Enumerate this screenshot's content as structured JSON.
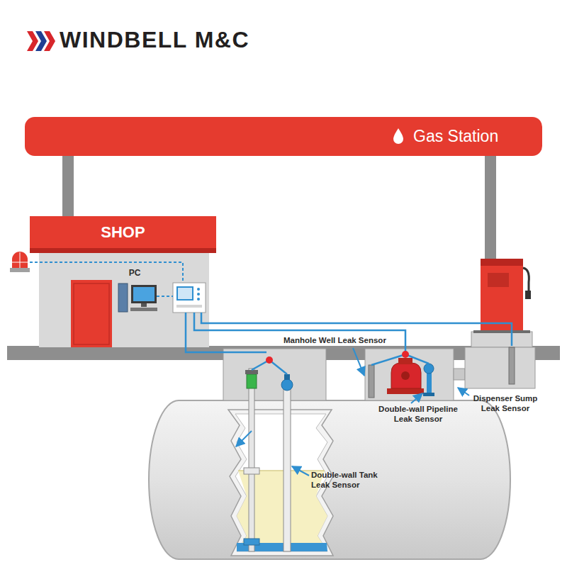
{
  "diagram": {
    "title": "WINDBELL M&C",
    "nodes": [
      {
        "text": [
          "Gas Station"
        ]
      },
      {
        "text": [
          "SHOP"
        ]
      }
    ],
    "labels": [
      "PC",
      "Manhole Well Leak Sensor",
      "Double-wall Pipeline Leak Sensor",
      "Dispenser Sump Leak Sensor",
      "Double-wall Tank Leak Sensor"
    ]
  }
}
